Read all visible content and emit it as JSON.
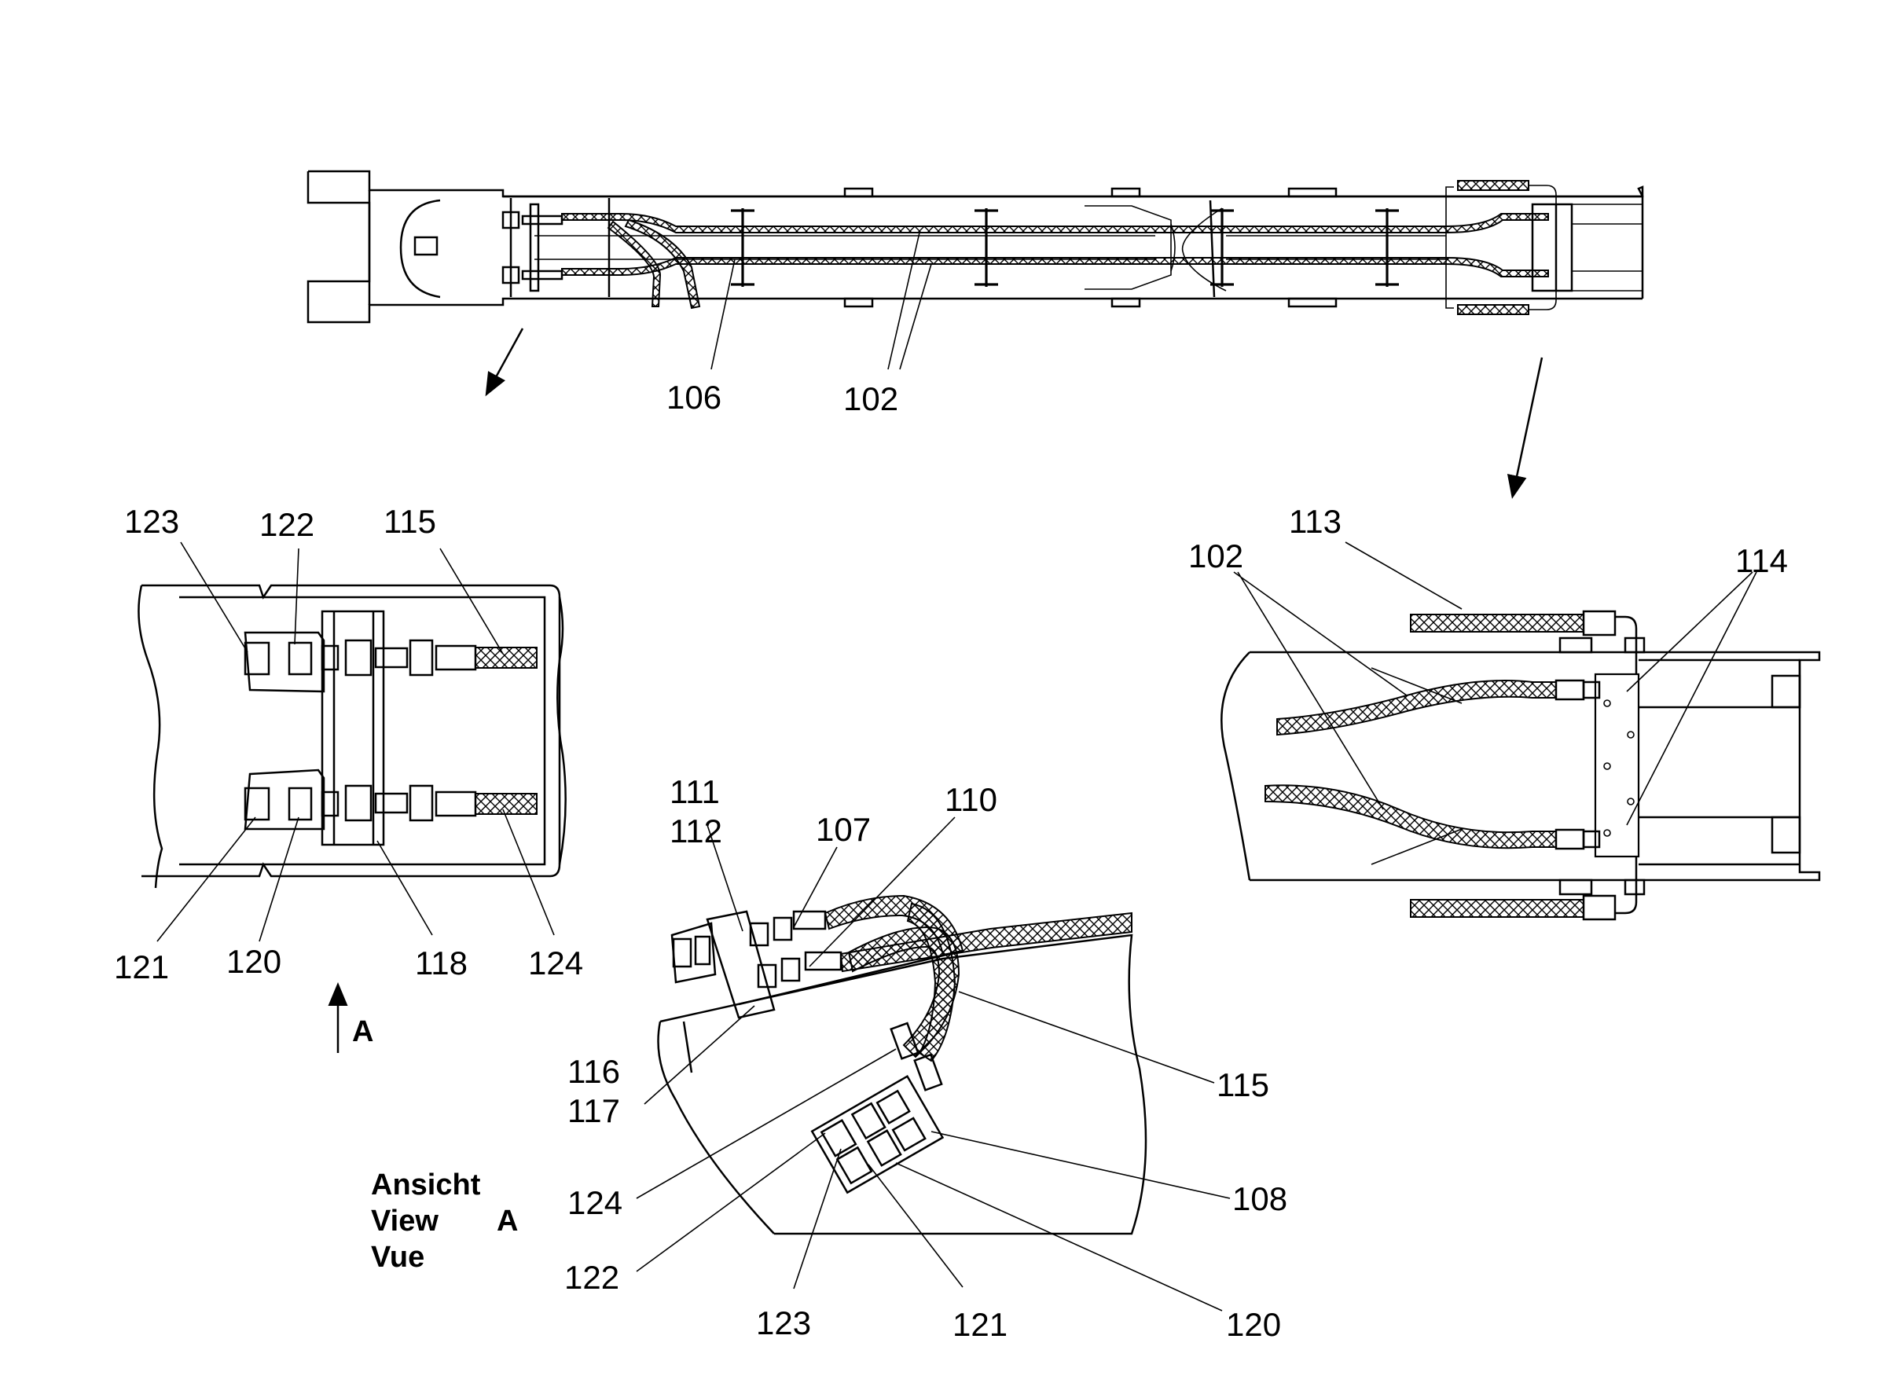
{
  "labels": {
    "l106": "106",
    "l102top": "102",
    "l123": "123",
    "l122": "122",
    "l115left": "115",
    "l121": "121",
    "l120": "120",
    "l118": "118",
    "l124": "124",
    "lA": "A",
    "l111": "111",
    "l112": "112",
    "l107": "107",
    "l110": "110",
    "l116": "116",
    "l117": "117",
    "l115mid": "115",
    "l124mid": "124",
    "l108": "108",
    "l122mid": "122",
    "l123mid": "123",
    "l121mid": "121",
    "l120mid": "120",
    "l113": "113",
    "l102right": "102",
    "l114": "114"
  },
  "view_caption": {
    "line1": "Ansicht",
    "line2": "View",
    "line3": "Vue",
    "letter": "A"
  }
}
